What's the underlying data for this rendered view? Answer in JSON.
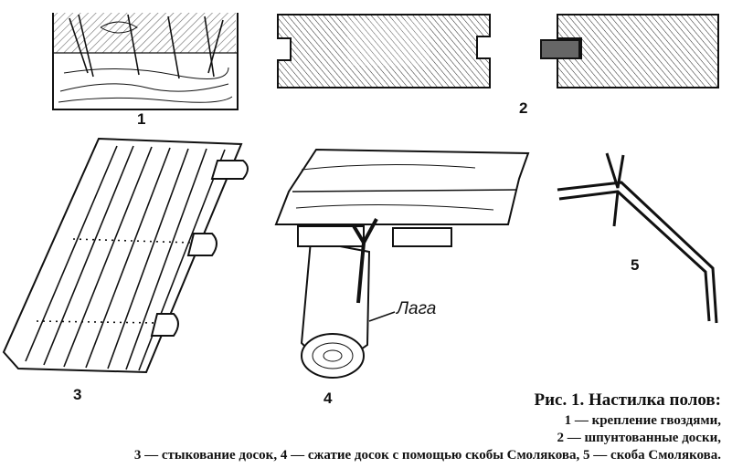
{
  "figure": {
    "labels": {
      "n1": "1",
      "n2": "2",
      "n3": "3",
      "n4": "4",
      "n5": "5",
      "laga": "Лага"
    },
    "caption": {
      "title": "Рис. 1. Настилка полов:",
      "line1": "1 — крепление гвоздями,",
      "line2": "2 — шпунтованные доски,",
      "line3": "3 — стыкование досок, 4 — сжатие досок с помощью скобы Смолякова, 5 — скоба Смолякова."
    }
  }
}
